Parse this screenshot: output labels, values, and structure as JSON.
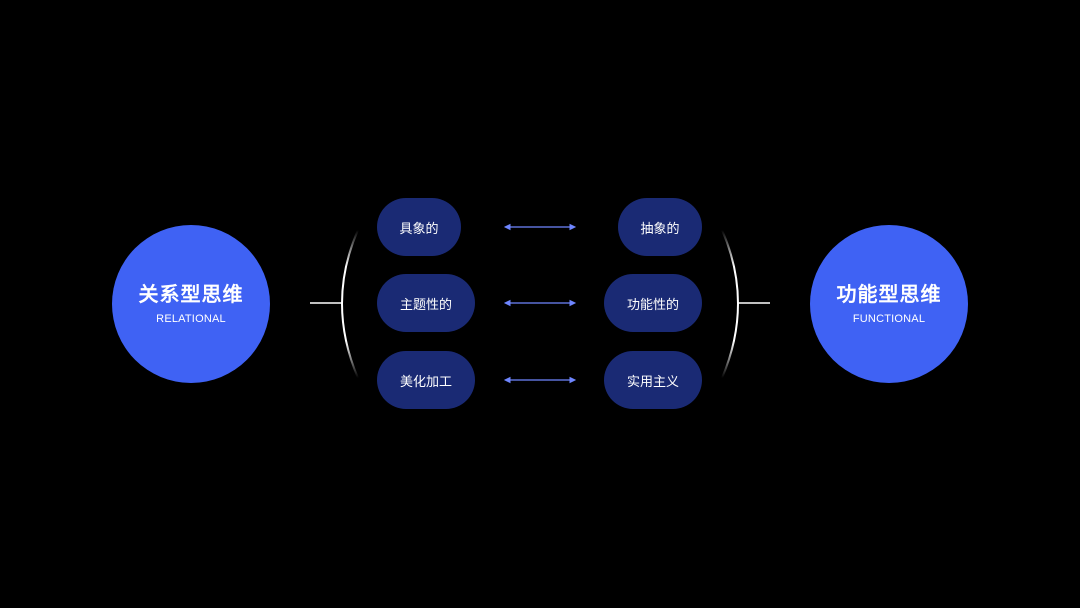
{
  "left_concept": {
    "title": "关系型思维",
    "subtitle": "RELATIONAL",
    "color": "#3f62f4"
  },
  "right_concept": {
    "title": "功能型思维",
    "subtitle": "FUNCTIONAL",
    "color": "#3f62f4"
  },
  "pairs": [
    {
      "left": "具象的",
      "right": "抽象的"
    },
    {
      "left": "主题性的",
      "right": "功能性的"
    },
    {
      "left": "美化加工",
      "right": "实用主义"
    }
  ],
  "colors": {
    "background": "#000000",
    "pill": "#1a2a74",
    "arrow": "#6f86ff",
    "bracket": "#ffffff"
  }
}
